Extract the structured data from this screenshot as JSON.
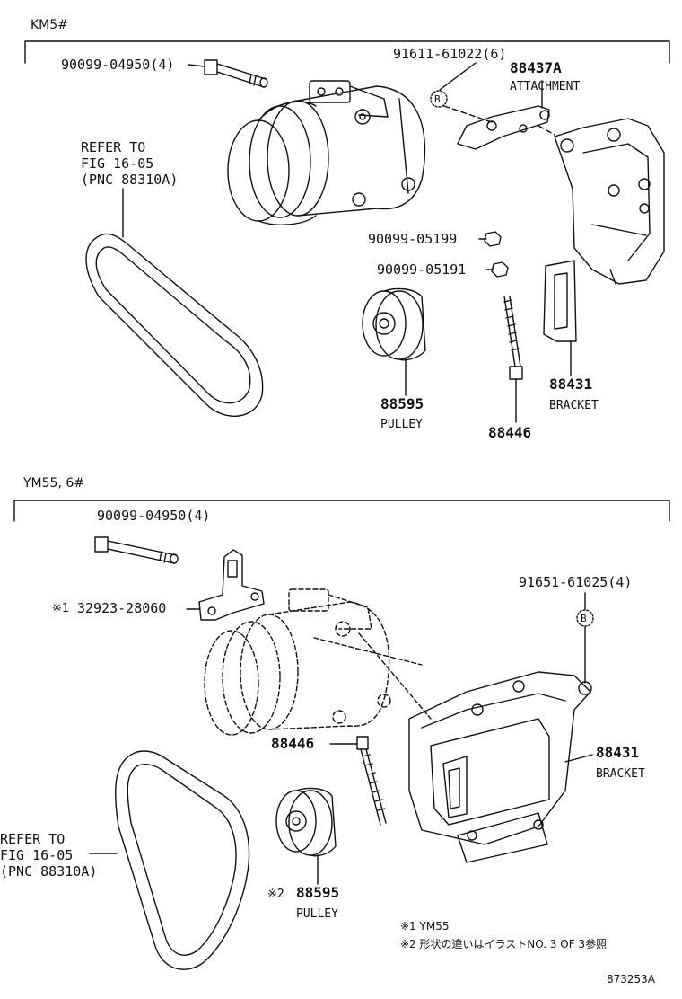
{
  "sections": [
    {
      "header": "KM5#",
      "labels": {
        "bolt": "90099-04950(4)",
        "stud": "91611-61022(6)",
        "attach_no": "88437A",
        "attach_name": "ATTACHMENT",
        "refer1": "REFER TO",
        "refer2": "FIG 16-05",
        "refer3": "(PNC 88310A)",
        "nut1": "90099-05199",
        "nut2": "90099-05191",
        "pulley_no": "88595",
        "pulley_name": "PULLEY",
        "bracket_no": "88431",
        "bracket_name": "BRACKET",
        "bolt2_no": "88446",
        "b_marker": "B"
      }
    },
    {
      "header": "YM55, 6#",
      "labels": {
        "bolt": "90099-04950(4)",
        "plate": "32923-28060",
        "plate_mark": "※1",
        "stud": "91651-61025(4)",
        "b_marker": "B",
        "bolt2_no": "88446",
        "bracket_no": "88431",
        "bracket_name": "BRACKET",
        "refer1": "REFER TO",
        "refer2": "FIG 16-05",
        "refer3": "(PNC 88310A)",
        "pulley_mark": "※2",
        "pulley_no": "88595",
        "pulley_name": "PULLEY"
      }
    }
  ],
  "notes": [
    "※1 YM55",
    "※2 形状の違いはイラストNO. 3 OF 3参照"
  ],
  "figure_id": "873253A"
}
